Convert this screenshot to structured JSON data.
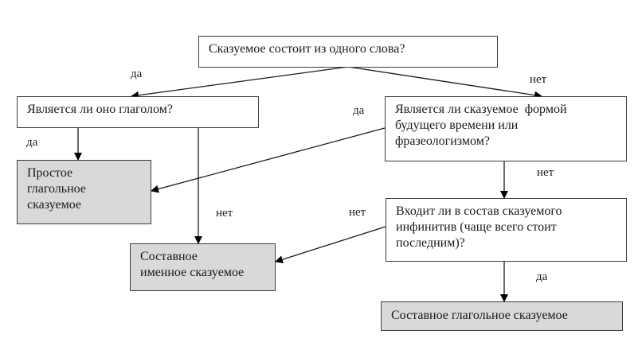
{
  "diagram": {
    "nodes": {
      "root": {
        "text": "Сказуемое состоит из одного слова?",
        "type": "question"
      },
      "is_verb": {
        "text": "Является ли оно глаголом?",
        "type": "question"
      },
      "future_or_idiom": {
        "text": "Является ли сказуемое  формой\nбудущего времени или\nфразеологизмом?",
        "type": "question"
      },
      "simple_verbal": {
        "text": "Простое\nглагольное\nсказуемое",
        "type": "result"
      },
      "compound_nominal": {
        "text": "Составное\nименное сказуемое",
        "type": "result"
      },
      "has_infinitive": {
        "text": "Входит ли в состав сказуемого\nинфинитив (чаще всего стоит\nпоследним)?",
        "type": "question"
      },
      "compound_verbal": {
        "text": "Составное глагольное сказуемое",
        "type": "result"
      }
    },
    "edges": [
      {
        "from": "root",
        "to": "is_verb",
        "label": "да"
      },
      {
        "from": "root",
        "to": "future_or_idiom",
        "label": "нет"
      },
      {
        "from": "is_verb",
        "to": "simple_verbal",
        "label": "да"
      },
      {
        "from": "is_verb",
        "to": "compound_nominal",
        "label": "нет"
      },
      {
        "from": "future_or_idiom",
        "to": "simple_verbal",
        "label": "да"
      },
      {
        "from": "future_or_idiom",
        "to": "has_infinitive",
        "label": "нет"
      },
      {
        "from": "has_infinitive",
        "to": "compound_nominal",
        "label": "нет"
      },
      {
        "from": "has_infinitive",
        "to": "compound_verbal",
        "label": "да"
      }
    ],
    "colors": {
      "result_fill": "#d9d9d9",
      "question_fill": "#ffffff",
      "border": "#3c3c3c"
    }
  }
}
